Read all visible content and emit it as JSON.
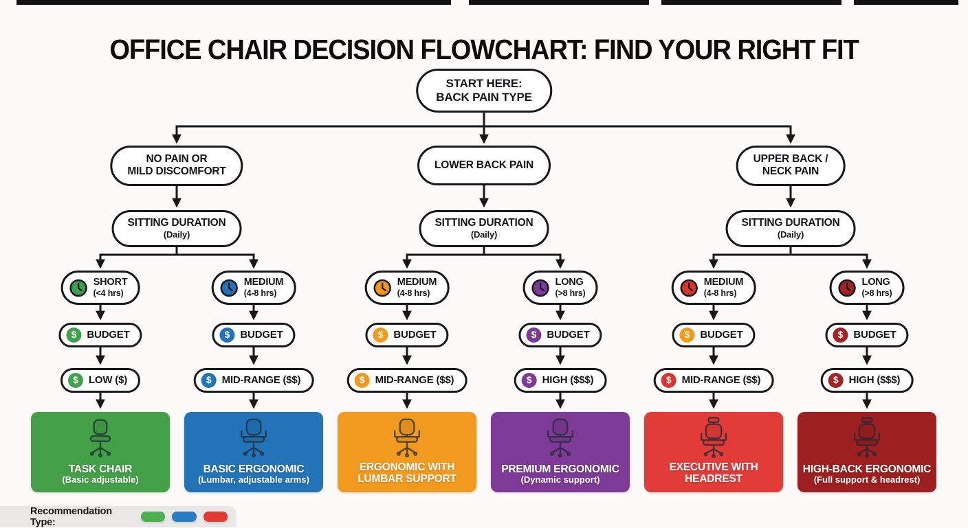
{
  "header": {
    "title": "OFFICE CHAIR DECISION FLOWCHART: FIND YOUR RIGHT FIT"
  },
  "symbols": {
    "dollar": "$"
  },
  "start_node": {
    "line1": "START HERE:",
    "line2": "BACK PAIN TYPE"
  },
  "branches": [
    {
      "line1": "NO PAIN OR",
      "line2": "MILD DISCOMFORT",
      "duration": {
        "title": "SITTING DURATION",
        "subtitle": "(Daily)"
      }
    },
    {
      "line1": "LOWER BACK PAIN",
      "line2": "",
      "duration": {
        "title": "SITTING DURATION",
        "subtitle": "(Daily)"
      }
    },
    {
      "line1": "UPPER BACK /",
      "line2": "NECK PAIN",
      "duration": {
        "title": "SITTING DURATION",
        "subtitle": "(Daily)"
      }
    }
  ],
  "columns": [
    {
      "duration_name": "SHORT",
      "duration_hours": "(<4 hrs)",
      "clock_color": "#3FA34D",
      "budget_label": "BUDGET",
      "budget_color": "#3FA34D",
      "price_label": "LOW ($)",
      "price_color": "#3FA34D",
      "result": {
        "title": "TASK CHAIR",
        "subtitle": "(Basic adjustable)",
        "color": "#43A047",
        "chair_icon": "task-chair-icon",
        "chair_href": "#chair-task"
      }
    },
    {
      "duration_name": "MEDIUM",
      "duration_hours": "(4-8 hrs)",
      "clock_color": "#2274B9",
      "budget_label": "BUDGET",
      "budget_color": "#2274B9",
      "price_label": "MID-RANGE ($$)",
      "price_color": "#2274B9",
      "result": {
        "title": "BASIC ERGONOMIC",
        "subtitle": "(Lumbar, adjustable arms)",
        "color": "#2273B8",
        "chair_icon": "ergonomic-chair-icon",
        "chair_href": "#chair-ergo"
      }
    },
    {
      "duration_name": "MEDIUM",
      "duration_hours": "(4-8 hrs)",
      "clock_color": "#F5991D",
      "budget_label": "BUDGET",
      "budget_color": "#F5991D",
      "price_label": "MID-RANGE ($$)",
      "price_color": "#F5991D",
      "result": {
        "title": "ERGONOMIC WITH LUMBAR SUPPORT",
        "subtitle": "",
        "color": "#F29A1E",
        "chair_icon": "ergonomic-chair-icon",
        "chair_href": "#chair-ergo"
      }
    },
    {
      "duration_name": "LONG",
      "duration_hours": "(>8 hrs)",
      "clock_color": "#7D3A96",
      "budget_label": "BUDGET",
      "budget_color": "#7D3A96",
      "price_label": "HIGH ($$$)",
      "price_color": "#7D3A96",
      "result": {
        "title": "PREMIUM ERGONOMIC",
        "subtitle": "(Dynamic support)",
        "color": "#7D3A96",
        "chair_icon": "ergonomic-chair-icon",
        "chair_href": "#chair-ergo"
      }
    },
    {
      "duration_name": "MEDIUM",
      "duration_hours": "(4-8 hrs)",
      "clock_color": "#D9342E",
      "budget_label": "BUDGET",
      "budget_color": "#F5991D",
      "price_label": "MID-RANGE ($$)",
      "price_color": "#D9342E",
      "result": {
        "title": "EXECUTIVE WITH HEADREST",
        "subtitle": "",
        "color": "#E23C38",
        "chair_icon": "headrest-chair-icon",
        "chair_href": "#chair-headrest"
      }
    },
    {
      "duration_name": "LONG",
      "duration_hours": "(>8 hrs)",
      "clock_color": "#A32424",
      "budget_label": "BUDGET",
      "budget_color": "#A32424",
      "price_label": "HIGH ($$$)",
      "price_color": "#A32424",
      "result": {
        "title": "HIGH-BACK ERGONOMIC",
        "subtitle": "(Full support & headrest)",
        "color": "#9E1F1F",
        "chair_icon": "headrest-chair-icon",
        "chair_href": "#chair-headrest"
      }
    }
  ],
  "legend": {
    "label": "Recommendation Type:",
    "swatch_colors": [
      "#4CAF50",
      "#2B7CC7",
      "#E53935"
    ]
  }
}
